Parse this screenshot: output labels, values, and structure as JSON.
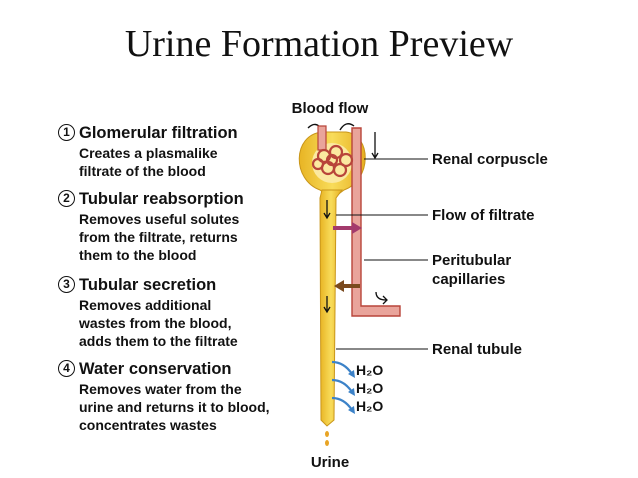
{
  "title": "Urine Formation Preview",
  "steps": [
    {
      "num": "1",
      "title": "Glomerular filtration",
      "desc": "Creates a plasmalike\nfiltrate of the blood"
    },
    {
      "num": "2",
      "title": "Tubular reabsorption",
      "desc": "Removes useful solutes\nfrom the filtrate, returns\nthem to the blood"
    },
    {
      "num": "3",
      "title": "Tubular secretion",
      "desc": "Removes additional\nwastes from the blood,\nadds them to the filtrate"
    },
    {
      "num": "4",
      "title": "Water conservation",
      "desc": "Removes water from the\nurine and returns it to blood,\nconcentrates wastes"
    }
  ],
  "diagram": {
    "blood_flow_label": "Blood flow",
    "urine_label": "Urine",
    "water_labels": [
      "H₂O",
      "H₂O",
      "H₂O"
    ],
    "callouts": {
      "renal_corpuscle": "Renal corpuscle",
      "flow_of_filtrate": "Flow of filtrate",
      "peritubular_line1": "Peritubular",
      "peritubular_line2": "capillaries",
      "renal_tubule": "Renal tubule"
    }
  },
  "colors": {
    "tubule": "#f5cf3a",
    "capillary": "#e9a49b",
    "capillary_outline": "#b8453a",
    "reabsorption_arrow": "#a33a6c",
    "secretion_arrow": "#7a4a1e",
    "water_arrow": "#3c82c8"
  }
}
